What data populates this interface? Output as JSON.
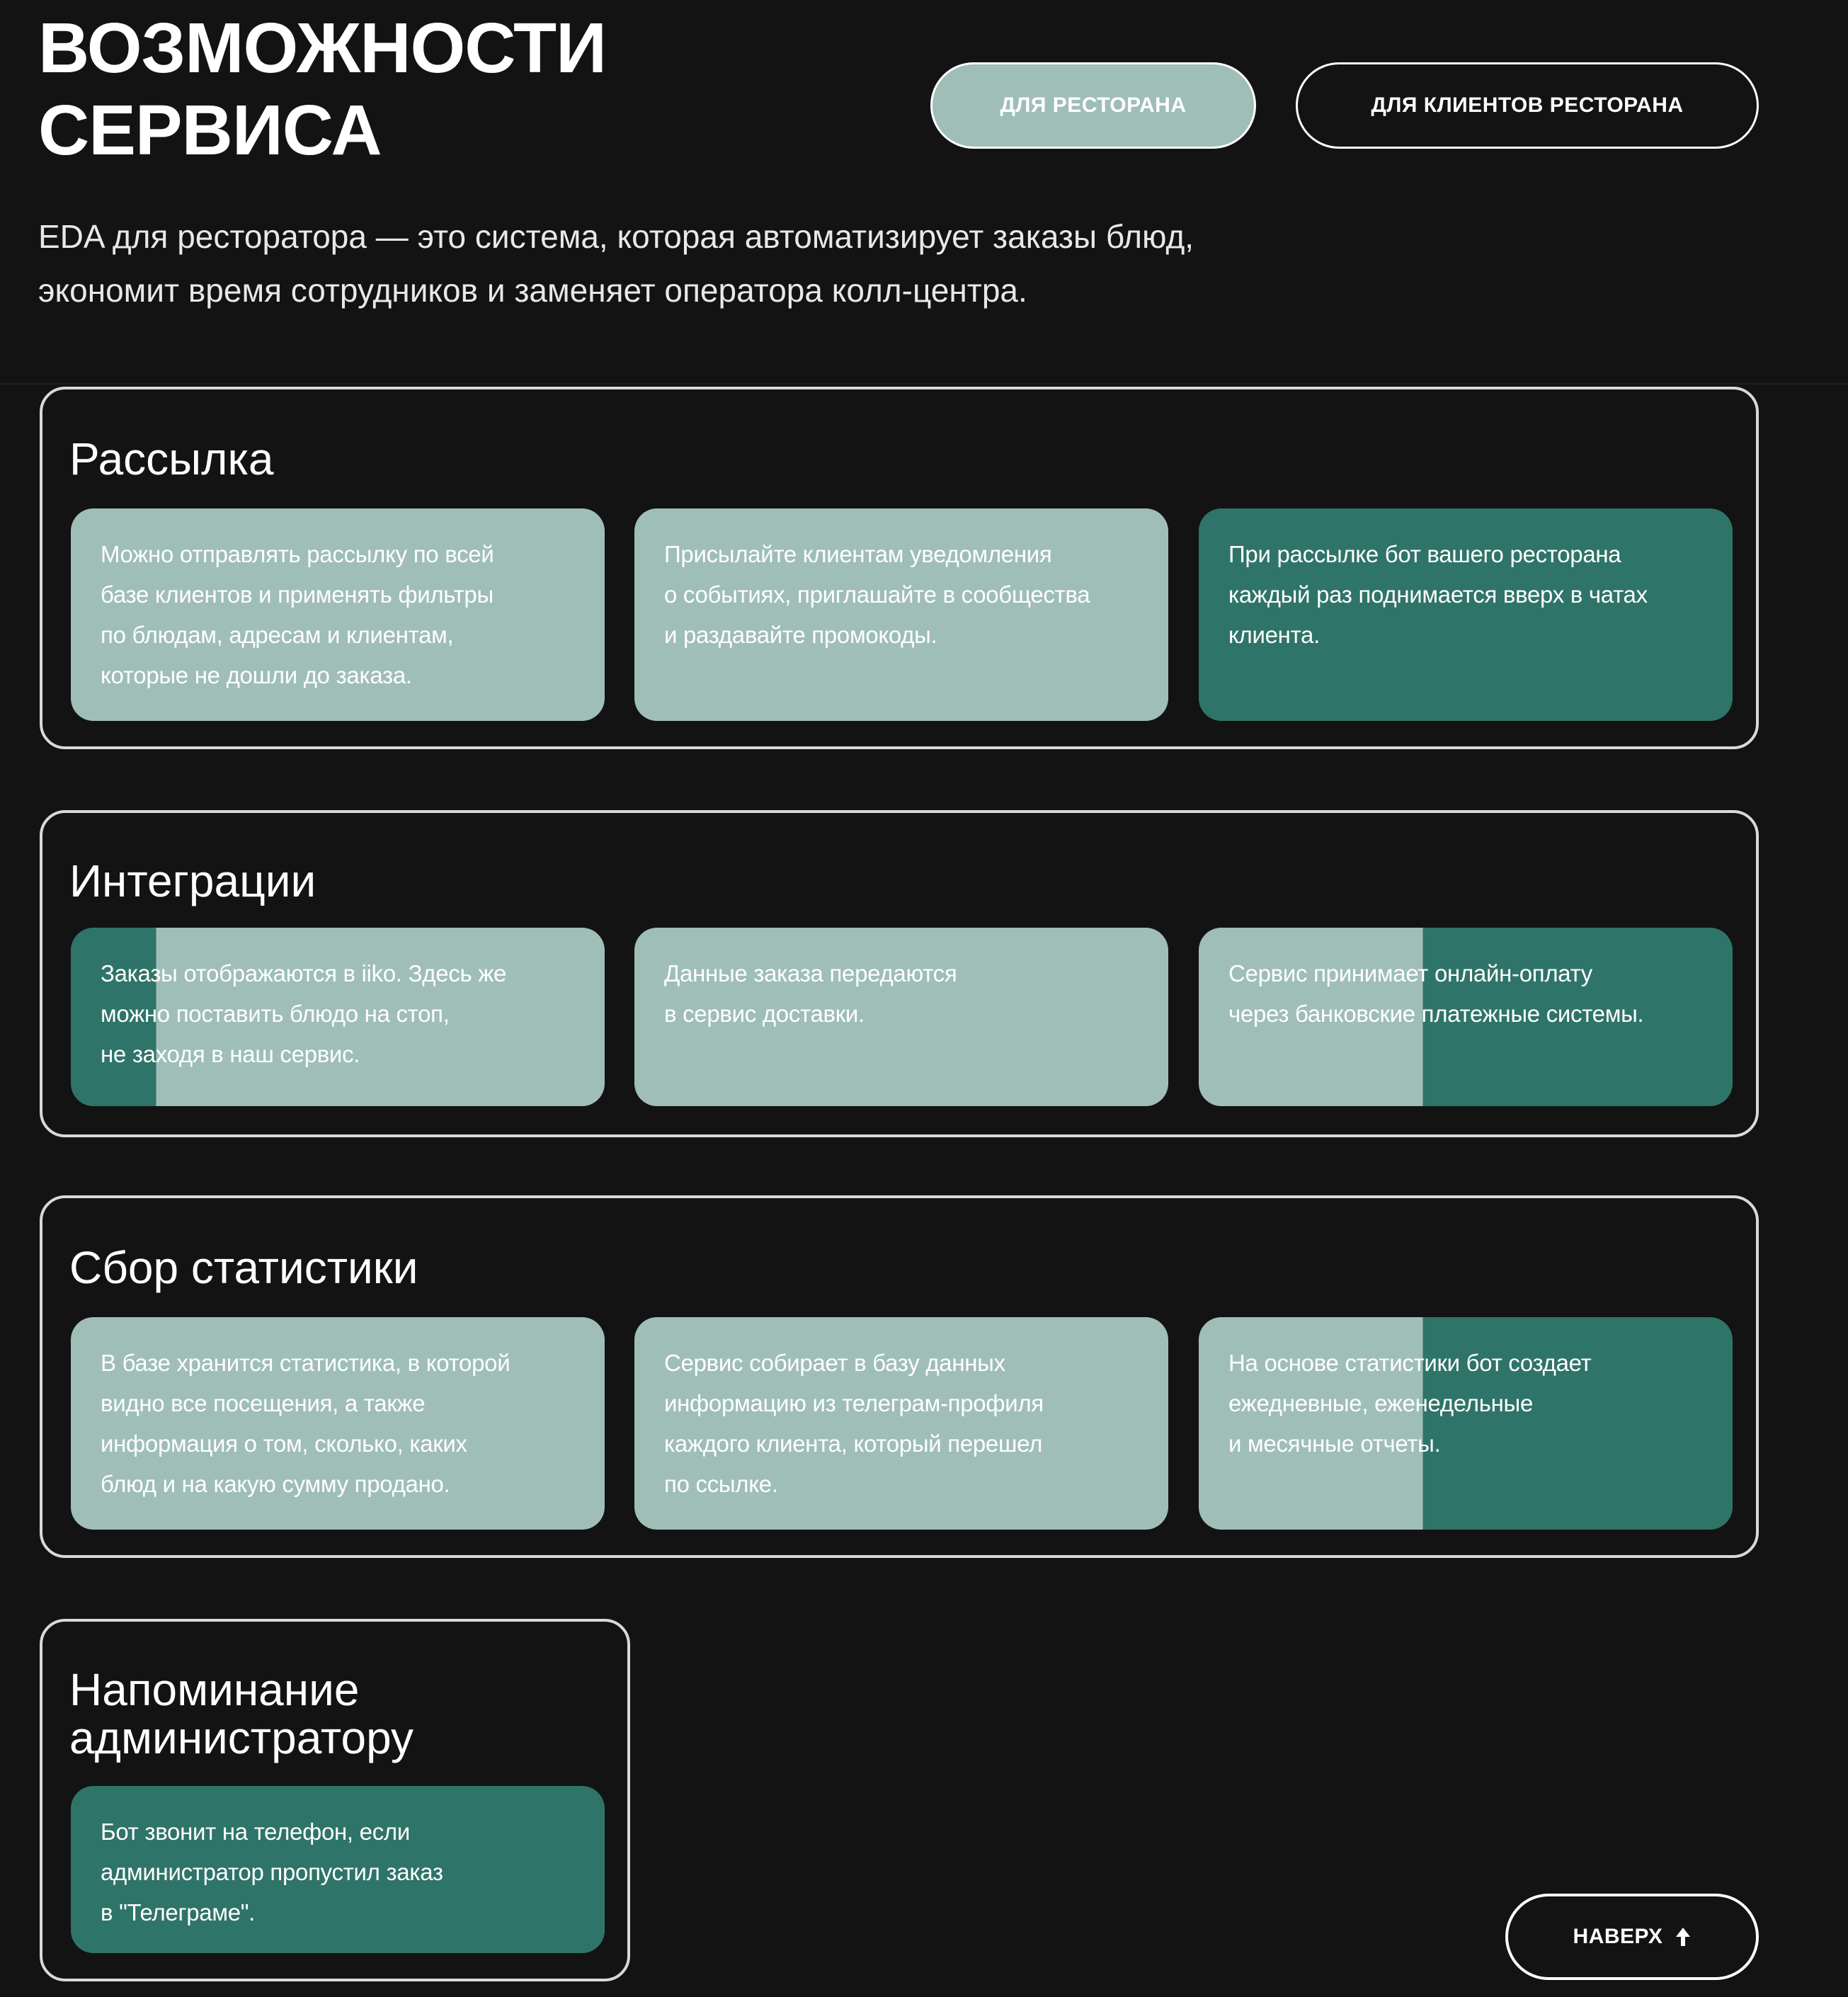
{
  "hero": {
    "title_lines": [
      "ВОЗМОЖНОСТИ",
      "СЕРВИСА"
    ],
    "description_lines": [
      "EDA для ресторатора — это система, которая автоматизирует заказы блюд,",
      "экономит время сотрудников и заменяет оператора колл-центра."
    ]
  },
  "tabs": {
    "restaurant_label": "ДЛЯ РЕСТОРАНА",
    "clients_label": "ДЛЯ КЛИЕНТОВ РЕСТОРАНА",
    "active": "restaurant"
  },
  "sections": [
    {
      "title_lines": [
        "Рассылка"
      ],
      "cards": [
        {
          "lines": [
            "Можно отправлять рассылку по всей",
            "базе клиентов и применять фильтры",
            "по блюдам, адресам и клиентам,",
            "которые не дошли до заказа."
          ]
        },
        {
          "lines": [
            "Присылайте клиентам уведомления",
            "о событиях, приглашайте в сообщества",
            "и раздавайте промокоды."
          ]
        },
        {
          "lines": [
            "При рассылке бот вашего ресторана",
            "каждый раз поднимается вверх в чатах",
            "клиента."
          ]
        }
      ]
    },
    {
      "title_lines": [
        "Интеграции"
      ],
      "cards": [
        {
          "lines": [
            "Заказы отображаются в iiko. Здесь же",
            "можно поставить блюдо на стоп,",
            "не заходя в наш сервис."
          ]
        },
        {
          "lines": [
            "Данные заказа передаются",
            "в сервис доставки."
          ]
        },
        {
          "lines": [
            "Сервис принимает онлайн-оплату",
            "через банковские платежные системы."
          ]
        }
      ]
    },
    {
      "title_lines": [
        "Сбор статистики"
      ],
      "cards": [
        {
          "lines": [
            "В базе хранится статистика, в которой",
            "видно все посещения, а также",
            "информация о том, сколько, каких",
            "блюд и на какую сумму продано."
          ]
        },
        {
          "lines": [
            "Сервис собирает в базу данных",
            "информацию из телеграм-профиля",
            "каждого клиента, который перешел",
            "по ссылке."
          ]
        },
        {
          "lines": [
            "На основе статистики бот создает",
            "ежедневные, еженедельные",
            "и месячные отчеты."
          ]
        }
      ]
    },
    {
      "title_lines": [
        "Напоминание",
        "администратору"
      ],
      "cards": [
        {
          "lines": [
            "Бот звонит на телефон, если",
            "администратор пропустил заказ",
            "в \"Телеграме\"."
          ]
        }
      ]
    }
  ],
  "back_to_top": {
    "label": "НАВЕРХ",
    "icon": "arrow-up-icon"
  },
  "colors": {
    "background": "#131313",
    "teal": "#2f7468",
    "light_teal": "#9fbeb7",
    "border": "#d9d9d9",
    "text": "#ffffff"
  }
}
